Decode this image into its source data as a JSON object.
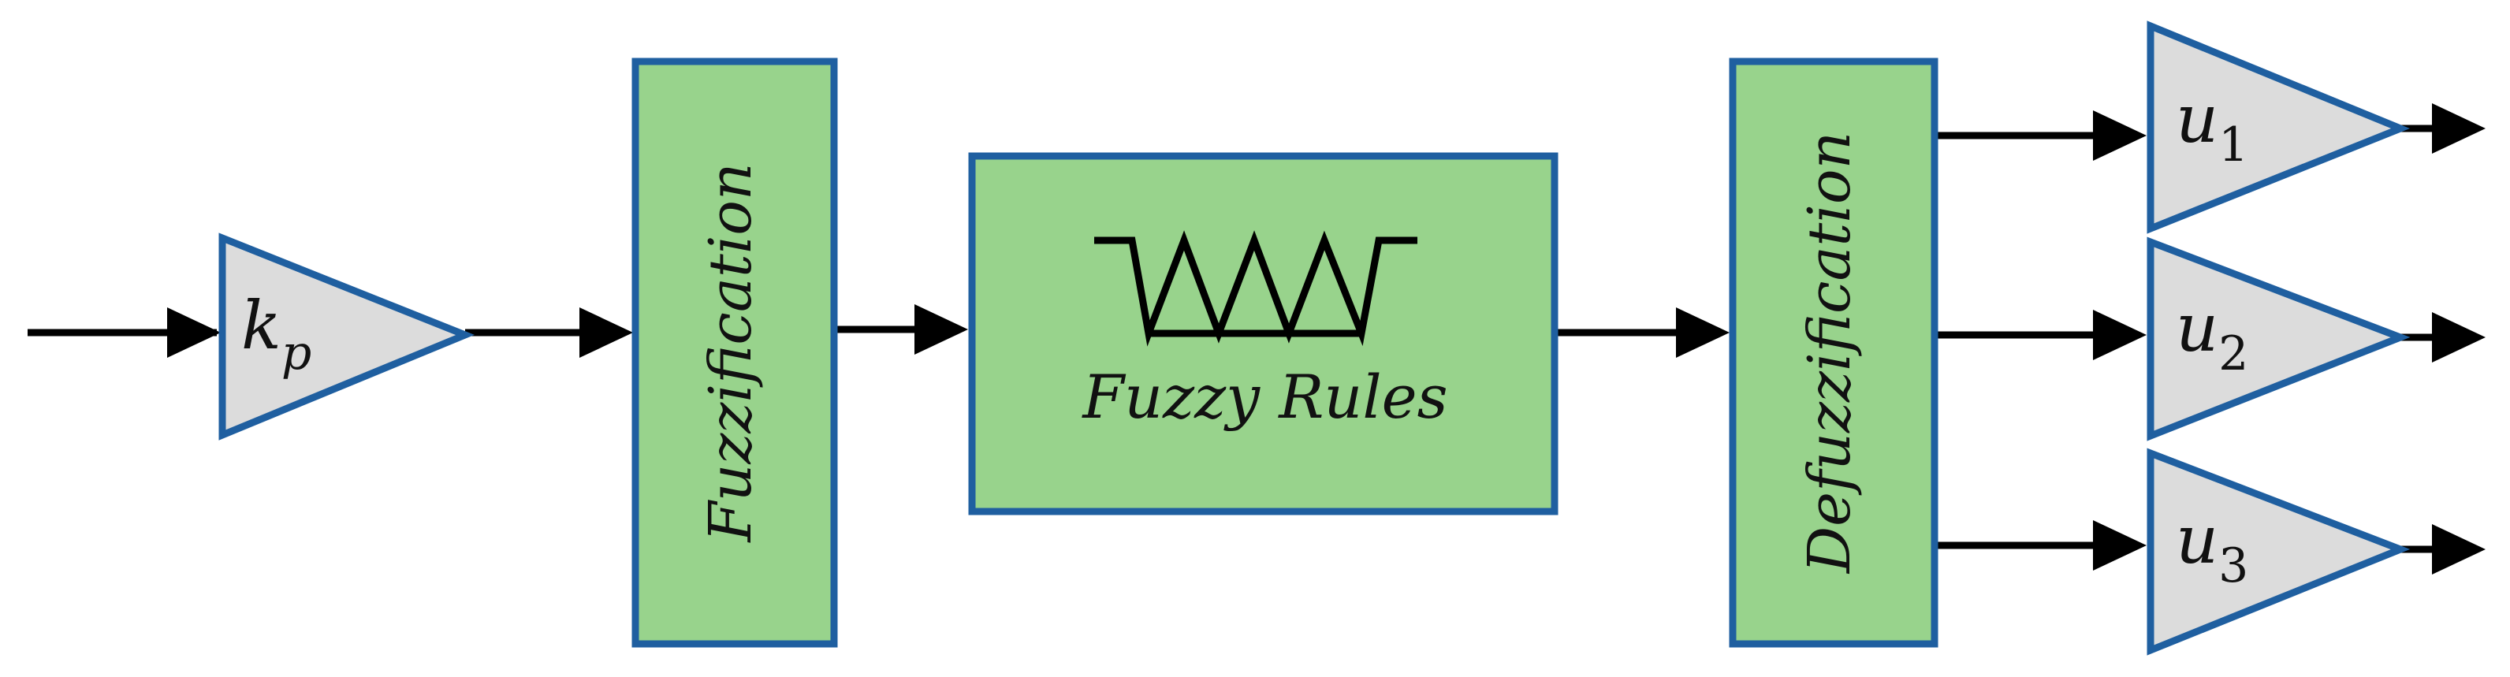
{
  "colors": {
    "block_fill": "#98d38c",
    "block_stroke": "#1f5fa0",
    "gain_fill": "#dcdcdc",
    "gain_stroke": "#1f5fa0",
    "arrow": "#000000",
    "text": "#111111"
  },
  "input_gain": {
    "symbol": "k",
    "subscript": "p"
  },
  "fuzzification": {
    "label": "Fuzzification"
  },
  "rule_base": {
    "label": "Fuzzy Rules",
    "icon": "membership-functions-icon"
  },
  "defuzzification": {
    "label": "Defuzzification"
  },
  "output_gains": [
    {
      "symbol": "u",
      "subscript": "1"
    },
    {
      "symbol": "u",
      "subscript": "2"
    },
    {
      "symbol": "u",
      "subscript": "3"
    }
  ]
}
